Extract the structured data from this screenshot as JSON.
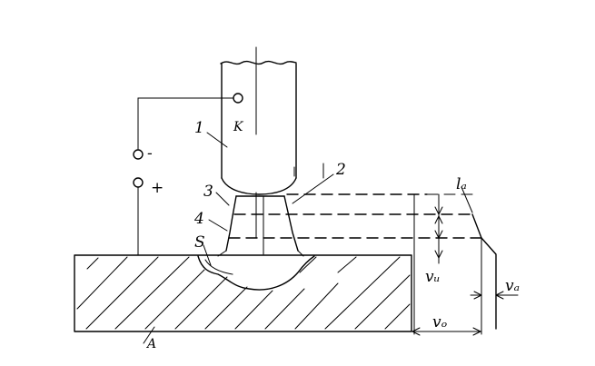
{
  "labels": {
    "electrode": "1",
    "cathode": "K",
    "part2": "2",
    "part3": "3",
    "part4": "4",
    "part5": "S",
    "workpiece": "A",
    "minus": "-",
    "plus": "+",
    "l_arc": "lₐ",
    "v_u": "vᵤ",
    "v_o": "vₒ",
    "v_a": "vₐ"
  },
  "colors": {
    "ink": "#000000",
    "background": "#ffffff"
  }
}
